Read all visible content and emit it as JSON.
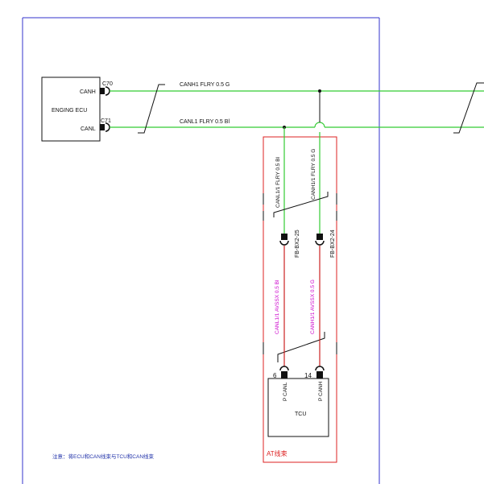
{
  "colors": {
    "frame": "#3333cc",
    "wire_green": "#33cc33",
    "wire_red": "#cc2222",
    "harness_box": "#dd2222",
    "ink": "#111111",
    "magenta": "#cc00cc",
    "note_blue": "#2233aa"
  },
  "ecu": {
    "name": "ENGING ECU",
    "pin_h_label": "CANH",
    "pin_l_label": "CANL",
    "pin_h_no": "C70",
    "pin_l_no": "C71"
  },
  "wires": {
    "canh_main": "CANH1 FLRY 0.5 G",
    "canl_main": "CANL1 FLRY 0.5 Bl",
    "canl_branch": "CANL1/1 FLRY 0.5 Bl",
    "canh_branch": "CANH1/1 FLRY 0.5 G",
    "canl_tcu": "CANL1/1 AVSSX 0.5 Bl",
    "canh_tcu": "CANH1/1 AVSSX 0.5 G"
  },
  "connectors": {
    "left": "FB-BX2-25",
    "right": "FB-BX2-24"
  },
  "tcu": {
    "name": "TCU",
    "pin_l_no": "6",
    "pin_h_no": "14",
    "pin_l_label": "P CANL",
    "pin_h_label": "P CANH"
  },
  "harness_label": "AT线束",
  "note": "注意：将ECU和CAN线束与TCU和CAN线束"
}
